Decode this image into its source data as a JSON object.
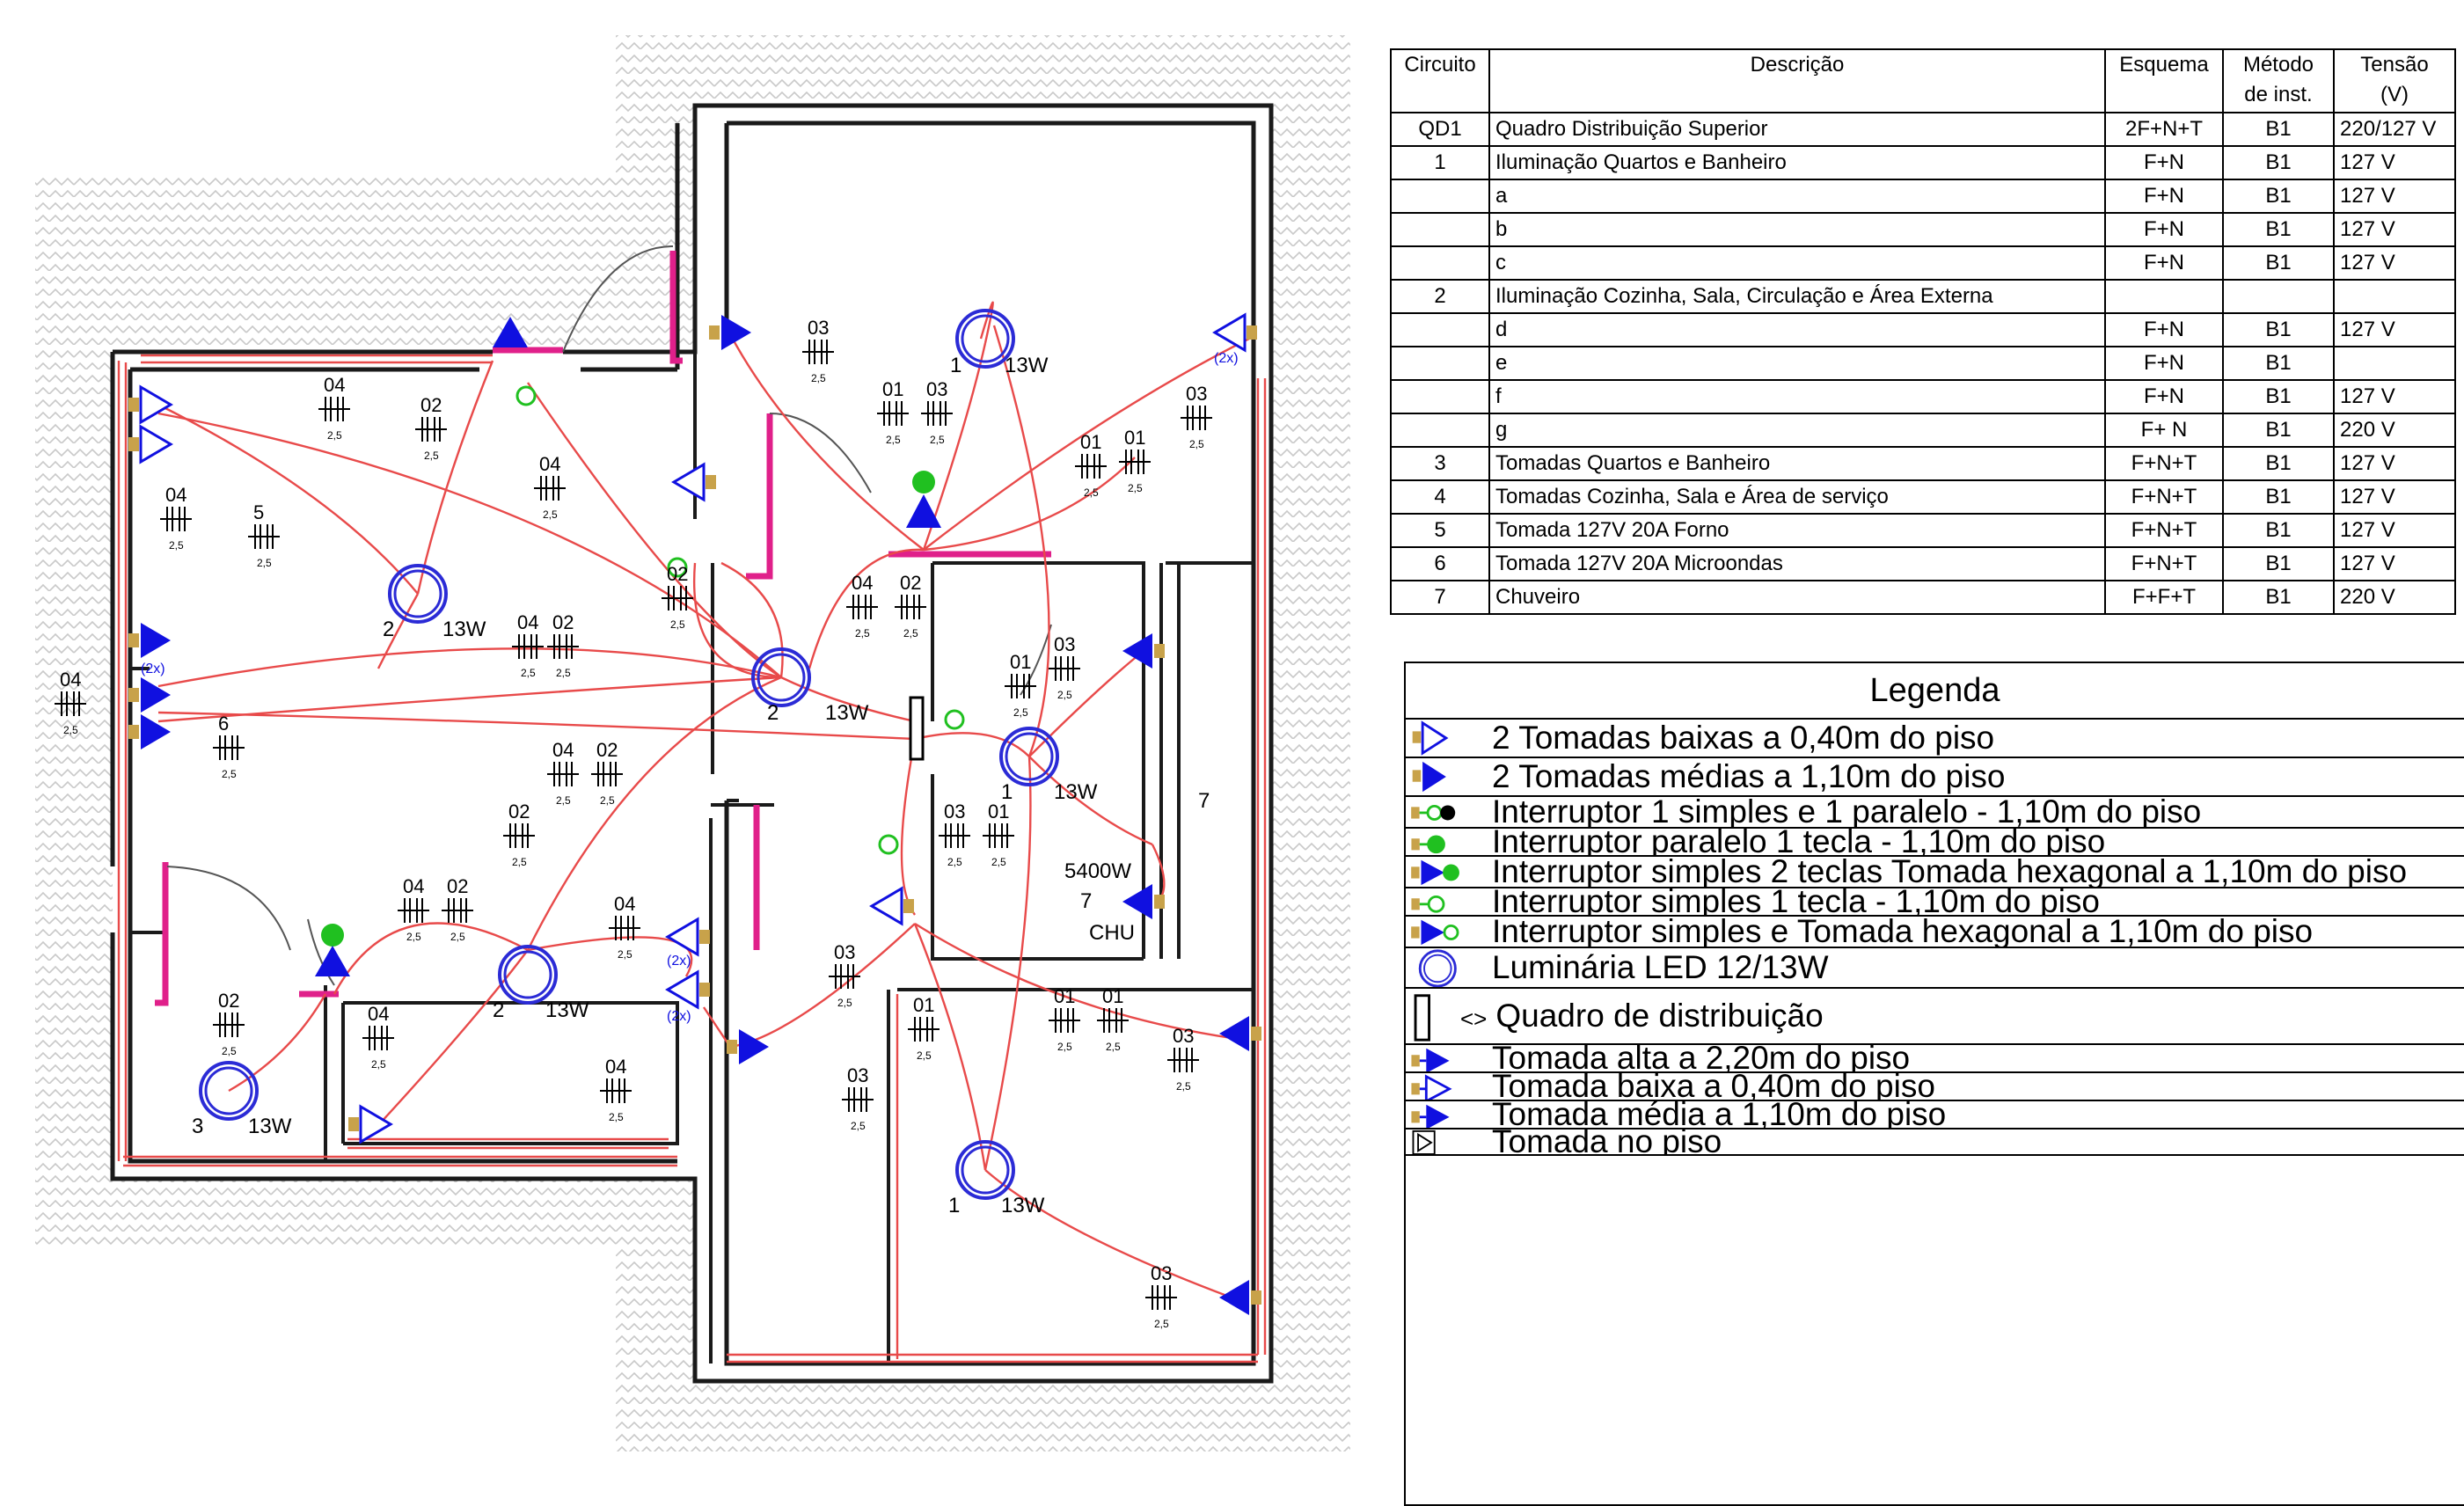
{
  "plan": {
    "wattage_13w": "13W",
    "circuit_labels": {
      "c1": "1",
      "c2": "2",
      "c3": "3",
      "c7": "7"
    },
    "shower": {
      "power": "5400W",
      "label": "CHU",
      "circuit": "7"
    },
    "socket_double_mark": "(2x)",
    "wire_codes": [
      "01",
      "02",
      "03",
      "04",
      "5",
      "6",
      "7"
    ],
    "wire_section": "2,5"
  },
  "circuit_table": {
    "headers": {
      "circuito": "Circuito",
      "descricao": "Descrição",
      "esquema": "Esquema",
      "metodo_line1": "Método",
      "metodo_line2": "de inst.",
      "tensao_line1": "Tensão",
      "tensao_line2": "(V)"
    },
    "rows": [
      {
        "circuito": "QD1",
        "descricao": "Quadro Distribuição Superior",
        "esquema": "2F+N+T",
        "metodo": "B1",
        "tensao": "220/127 V"
      },
      {
        "circuito": "1",
        "descricao": "Iluminação Quartos e Banheiro",
        "esquema": "F+N",
        "metodo": "B1",
        "tensao": "127 V"
      },
      {
        "circuito": "",
        "descricao": "a",
        "esquema": "F+N",
        "metodo": "B1",
        "tensao": "127 V"
      },
      {
        "circuito": "",
        "descricao": "b",
        "esquema": "F+N",
        "metodo": "B1",
        "tensao": "127 V"
      },
      {
        "circuito": "",
        "descricao": "c",
        "esquema": "F+N",
        "metodo": "B1",
        "tensao": "127 V"
      },
      {
        "circuito": "2",
        "descricao": "Iluminação Cozinha, Sala, Circulação e Área Externa",
        "esquema": "",
        "metodo": "",
        "tensao": ""
      },
      {
        "circuito": "",
        "descricao": "d",
        "esquema": "F+N",
        "metodo": "B1",
        "tensao": "127 V"
      },
      {
        "circuito": "",
        "descricao": "e",
        "esquema": "F+N",
        "metodo": "B1",
        "tensao": ""
      },
      {
        "circuito": "",
        "descricao": "f",
        "esquema": "F+N",
        "metodo": "B1",
        "tensao": "127 V"
      },
      {
        "circuito": "",
        "descricao": "g",
        "esquema": "F+ N",
        "metodo": "B1",
        "tensao": "220 V"
      },
      {
        "circuito": "3",
        "descricao": "Tomadas Quartos e Banheiro",
        "esquema": "F+N+T",
        "metodo": "B1",
        "tensao": "127 V"
      },
      {
        "circuito": "4",
        "descricao": "Tomadas Cozinha, Sala e Área de serviço",
        "esquema": "F+N+T",
        "metodo": "B1",
        "tensao": "127 V"
      },
      {
        "circuito": "5",
        "descricao": "Tomada 127V 20A Forno",
        "esquema": "F+N+T",
        "metodo": "B1",
        "tensao": "127 V"
      },
      {
        "circuito": "6",
        "descricao": "Tomada 127V 20A Microondas",
        "esquema": "F+N+T",
        "metodo": "B1",
        "tensao": "127 V"
      },
      {
        "circuito": "7",
        "descricao": "Chuveiro",
        "esquema": "F+F+T",
        "metodo": "B1",
        "tensao": "220 V"
      }
    ]
  },
  "legend": {
    "title": "Legenda",
    "items": [
      {
        "icon": "double-socket-low-icon",
        "text": "2 Tomadas baixas a 0,40m do piso"
      },
      {
        "icon": "double-socket-mid-icon",
        "text": "2 Tomadas médias a 1,10m do piso"
      },
      {
        "icon": "switch-simple-parallel-icon",
        "text": "Interruptor 1 simples e 1 paralelo - 1,10m do piso"
      },
      {
        "icon": "switch-parallel-icon",
        "text": "Interruptor paralelo 1 tecla - 1,10m do piso"
      },
      {
        "icon": "switch-two-keys-socket-icon",
        "text": "Interruptor simples 2 teclas Tomada hexagonal a 1,10m do piso"
      },
      {
        "icon": "switch-simple-icon",
        "text": "Interruptor simples 1 tecla - 1,10m do piso"
      },
      {
        "icon": "switch-socket-icon",
        "text": "Interruptor simples e Tomada hexagonal a 1,10m do piso"
      },
      {
        "icon": "led-luminaire-icon",
        "text": "Luminária LED 12/13W"
      },
      {
        "icon": "distribution-board-icon",
        "text": "Quadro de distribuição",
        "prefix": "<>"
      },
      {
        "icon": "socket-high-icon",
        "text": "Tomada alta a 2,20m do piso"
      },
      {
        "icon": "socket-low-icon",
        "text": "Tomada baixa a 0,40m do piso"
      },
      {
        "icon": "socket-mid-icon",
        "text": "Tomada média a 1,10m do piso"
      },
      {
        "icon": "floor-socket-icon",
        "text": "Tomada no piso"
      }
    ]
  }
}
